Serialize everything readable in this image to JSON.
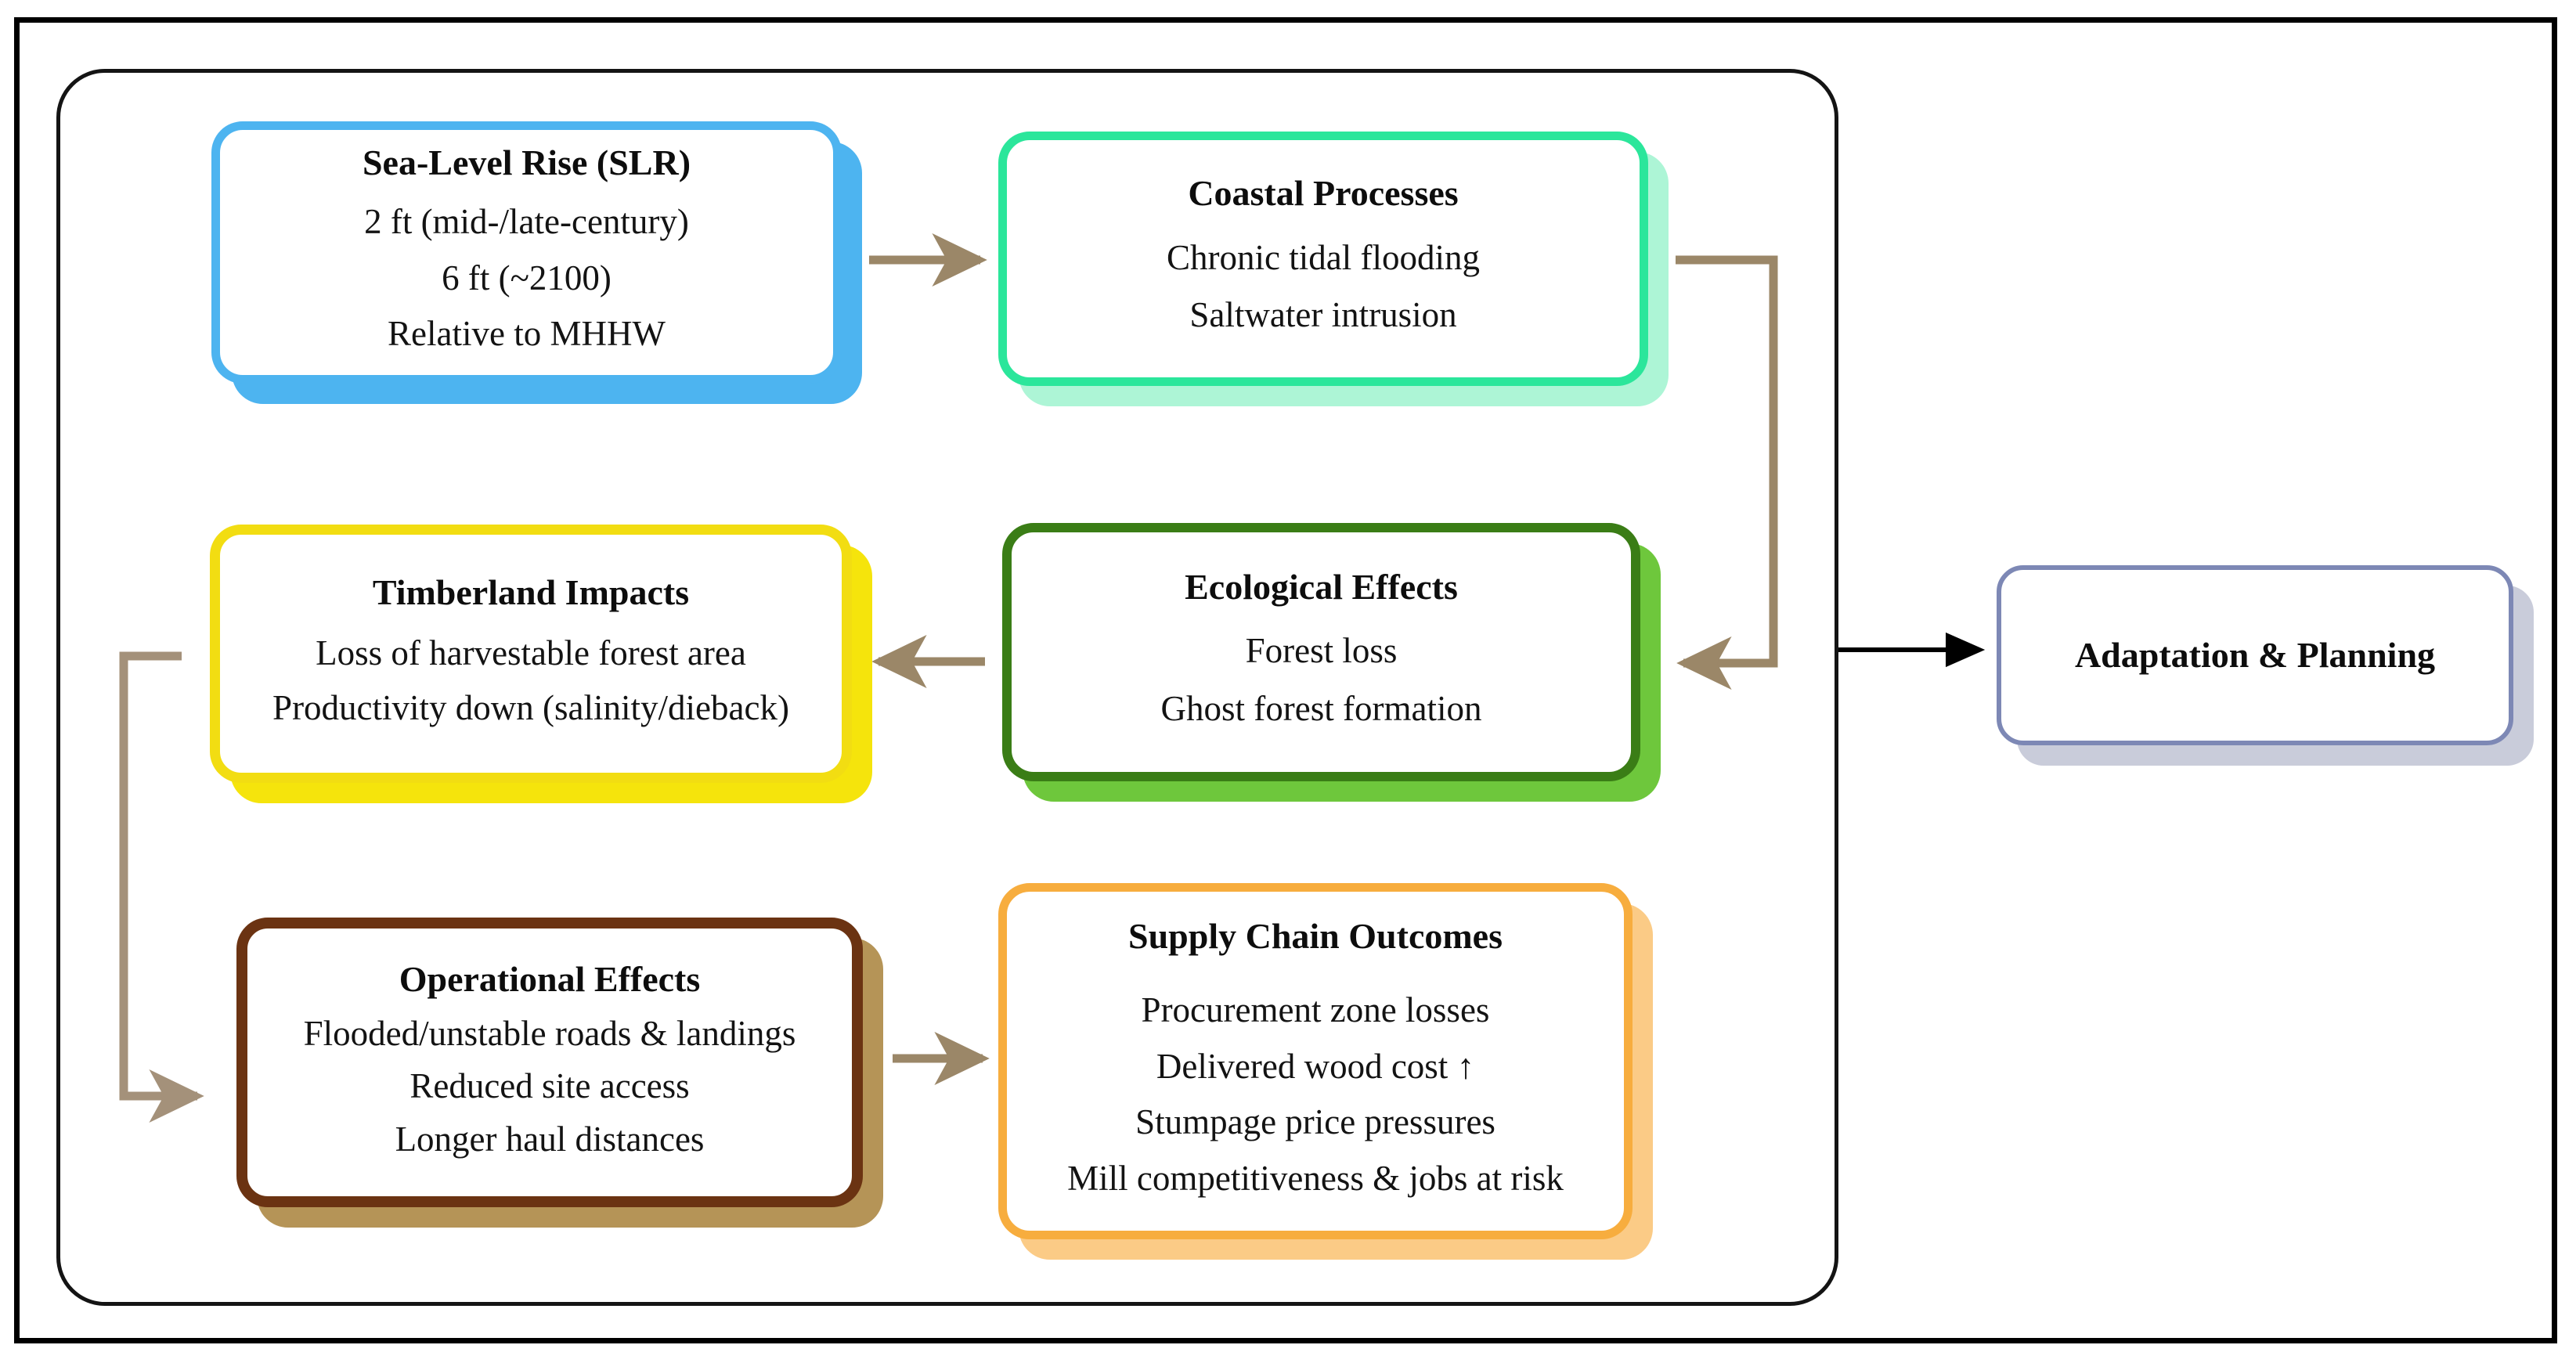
{
  "diagram": {
    "title_text_present": false,
    "nodes": [
      {
        "id": "sea-level-rise",
        "title": "Sea-Level Rise (SLR)",
        "lines": [
          "2 ft (mid-/late-century)",
          "6 ft (~2100)",
          "Relative to MHHW"
        ],
        "border_color": "#4DB4F0",
        "shadow_color": "#4DB4F0"
      },
      {
        "id": "coastal-processes",
        "title": "Coastal Processes",
        "lines": [
          "Chronic tidal flooding",
          "Saltwater intrusion"
        ],
        "border_color": "#2BE69B",
        "shadow_color": "#ADF5D6"
      },
      {
        "id": "timberland-impacts",
        "title": "Timberland Impacts",
        "lines": [
          "Loss of harvestable forest area",
          "Productivity down (salinity/dieback)"
        ],
        "border_color": "#F2DD12",
        "shadow_color": "#F5E40C"
      },
      {
        "id": "ecological-effects",
        "title": "Ecological Effects",
        "lines": [
          "Forest loss",
          "Ghost forest formation"
        ],
        "border_color": "#3A7D16",
        "shadow_color": "#6EC73C"
      },
      {
        "id": "operational-effects",
        "title": "Operational Effects",
        "lines": [
          "Flooded/unstable roads & landings",
          "Reduced site access",
          "Longer haul distances"
        ],
        "border_color": "#6B3312",
        "shadow_color": "#B59457"
      },
      {
        "id": "supply-chain-outcomes",
        "title": "Supply Chain Outcomes",
        "lines": [
          "Procurement zone losses",
          "Delivered wood cost ↑",
          "Stumpage price pressures",
          "Mill competitiveness & jobs at risk"
        ],
        "border_color": "#F7AD3E",
        "shadow_color": "#FBCB86"
      },
      {
        "id": "adaptation-planning",
        "title": "Adaptation & Planning",
        "lines": [],
        "border_color": "#7D88B5",
        "shadow_color": "#C9CCDA"
      }
    ],
    "connectors": [
      {
        "id": "slr-to-coastal",
        "from": "sea-level-rise",
        "to": "coastal-processes",
        "style": "straight-right",
        "color": "#9B8768"
      },
      {
        "id": "coastal-to-ecological",
        "from": "coastal-processes",
        "to": "ecological-effects",
        "style": "elbow-right-down-left",
        "color": "#9B8768"
      },
      {
        "id": "ecological-to-timberland",
        "from": "ecological-effects",
        "to": "timberland-impacts",
        "style": "straight-left",
        "color": "#9B8768"
      },
      {
        "id": "timberland-to-operational",
        "from": "timberland-impacts",
        "to": "operational-effects",
        "style": "elbow-left-down-right",
        "color": "#A4917A"
      },
      {
        "id": "operational-to-supply",
        "from": "operational-effects",
        "to": "supply-chain-outcomes",
        "style": "straight-right",
        "color": "#9B8768"
      },
      {
        "id": "system-to-adaptation",
        "from": "inner-container",
        "to": "adaptation-planning",
        "style": "straight-right",
        "color": "#000000"
      }
    ],
    "frame": {
      "outer_border_color": "#000000",
      "inner_border_color": "#141414"
    }
  }
}
